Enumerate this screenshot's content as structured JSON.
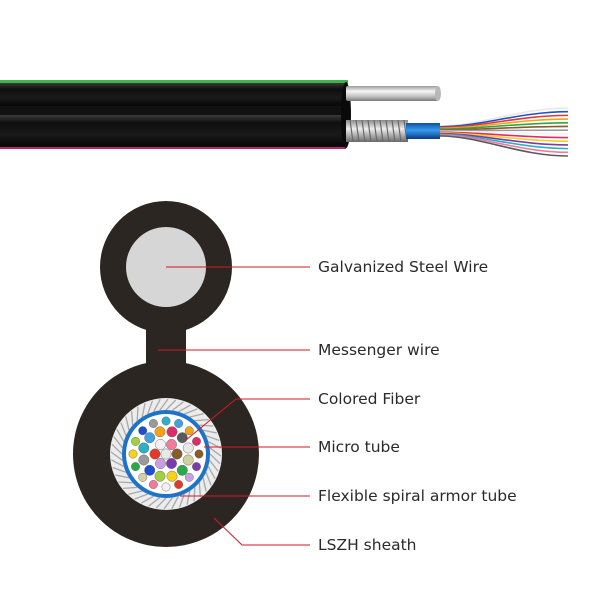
{
  "labels": {
    "galvanized_steel_wire": "Galvanized Steel Wire",
    "messenger_wire": "Messenger wire",
    "colored_fiber": "Colored Fiber",
    "micro_tube": "Micro tube",
    "armor_tube": "Flexible spiral armor tube",
    "sheath": "LSZH sheath"
  },
  "colors": {
    "sheath": "#2b2622",
    "steel_wire": "#d6d6d6",
    "micro_tube_blue": "#1e73c8",
    "leader_line": "#d11a2a",
    "stripe_green": "#3db54a",
    "stripe_magenta": "#c0207a"
  },
  "fiber_colors": [
    "#e8e8e8",
    "#1e4fd0",
    "#e23a2a",
    "#f4a21a",
    "#2aa84a",
    "#8a5a2a",
    "#9a9a9a",
    "#f2f2f2",
    "#e02a6a",
    "#f6d21a",
    "#7a3ab0",
    "#2ab0c8",
    "#f47a9a",
    "#5a5a5a",
    "#a0d040",
    "#c8a0e0",
    "#40a0e0",
    "#d0d0a0"
  ]
}
